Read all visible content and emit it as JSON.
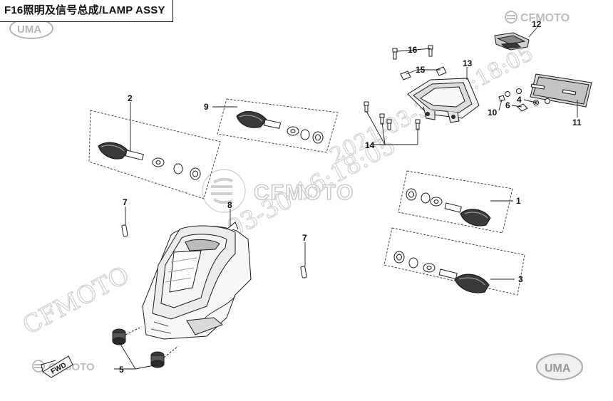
{
  "title": "F16照明及信号总成/LAMP  ASSY",
  "brand": {
    "logo_text": "CFMOTO",
    "badge_text": "UMA",
    "watermark_text": "CFMOTO",
    "watermark_date": "2021-03-30 16:18:05"
  },
  "direction_label": "FWD",
  "callouts": [
    {
      "id": "c1",
      "label": "1"
    },
    {
      "id": "c2",
      "label": "2"
    },
    {
      "id": "c3",
      "label": "3"
    },
    {
      "id": "c4",
      "label": "4"
    },
    {
      "id": "c5",
      "label": "5"
    },
    {
      "id": "c6",
      "label": "6"
    },
    {
      "id": "c7a",
      "label": "7"
    },
    {
      "id": "c7b",
      "label": "7"
    },
    {
      "id": "c8",
      "label": "8"
    },
    {
      "id": "c9",
      "label": "9"
    },
    {
      "id": "c10",
      "label": "10"
    },
    {
      "id": "c11",
      "label": "11"
    },
    {
      "id": "c12",
      "label": "12"
    },
    {
      "id": "c13",
      "label": "13"
    },
    {
      "id": "c14",
      "label": "14"
    },
    {
      "id": "c15",
      "label": "15"
    },
    {
      "id": "c16",
      "label": "16"
    }
  ],
  "colors": {
    "line": "#1a1a1a",
    "part_dark": "#3a3a3a",
    "watermark": "#c8c8c8"
  }
}
